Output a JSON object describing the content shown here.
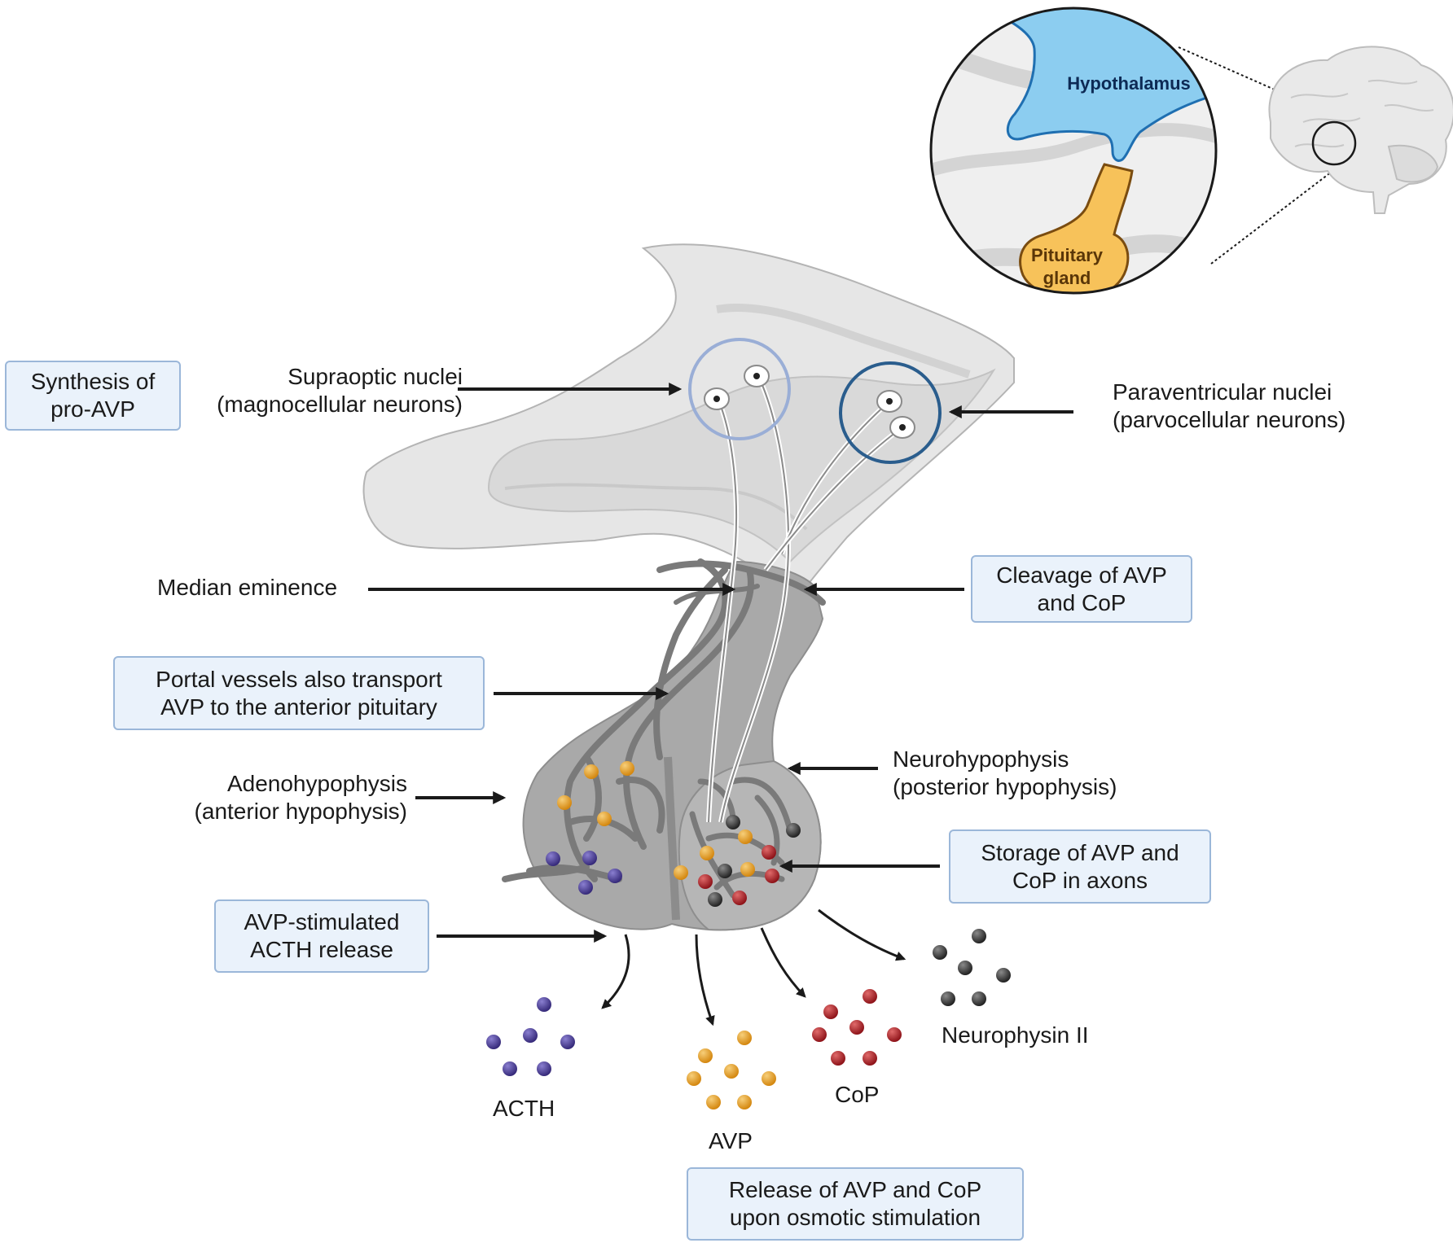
{
  "inset": {
    "hypothalamus": "Hypothalamus",
    "pituitary": "Pituitary\ngland"
  },
  "labels": {
    "supraoptic": "Supraoptic nuclei\n(magnocellular neurons)",
    "paraventricular": "Paraventricular nuclei\n(parvocellular neurons)",
    "median_eminence": "Median eminence",
    "adenohypophysis": "Adenohypophysis\n(anterior hypophysis)",
    "neurohypophysis": "Neurohypophysis\n(posterior hypophysis)",
    "acth": "ACTH",
    "avp": "AVP",
    "cop": "CoP",
    "neurophysin": "Neurophysin II"
  },
  "boxes": {
    "synthesis": "Synthesis of\npro-AVP",
    "cleavage": "Cleavage of AVP\nand CoP",
    "portal": "Portal vessels also transport\nAVP to the anterior pituitary",
    "storage": "Storage of AVP and\nCoP in axons",
    "acth_release": "AVP-stimulated\nACTH release",
    "release": "Release of AVP and CoP\nupon osmotic stimulation"
  },
  "colors": {
    "acth": "#4a3a9a",
    "avp": "#e69a1e",
    "cop": "#b5202a",
    "neurophysin": "#333333",
    "hypothalamus": "#8ccdf0",
    "pituitary": "#f7c25a",
    "box_fill": "#eaf2fb",
    "box_border": "#9bb7d9"
  }
}
